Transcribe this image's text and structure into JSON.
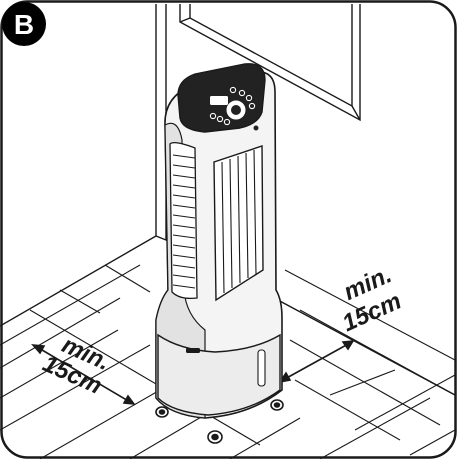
{
  "figure": {
    "badge_letter": "B",
    "left_clearance": {
      "line1": "min.",
      "line2": "15cm"
    },
    "right_clearance": {
      "line1": "min.",
      "line2": "15cm"
    }
  },
  "colors": {
    "ink": "#1a1a1a",
    "badge_fill": "#000000",
    "badge_text": "#ffffff",
    "panel_dark": "#222222"
  }
}
